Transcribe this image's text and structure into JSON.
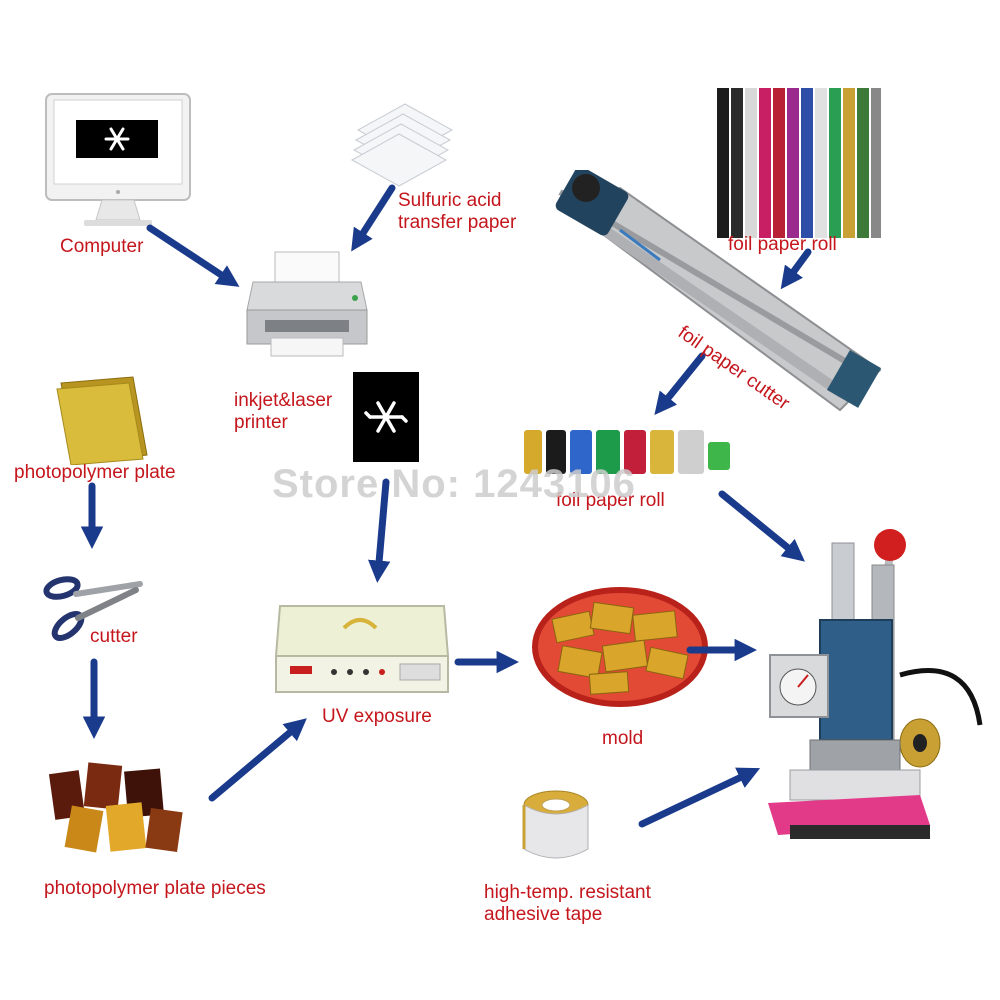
{
  "labels": {
    "computer": "Computer",
    "transfer_paper": "Sulfuric acid\ntransfer paper",
    "printer": "inkjet&laser\nprinter",
    "foil_roll_top": "foil paper roll",
    "foil_cutter": "foil paper cutter",
    "foil_roll_mid": "foil paper roll",
    "photopolymer_plate": "photopolymer plate",
    "cutter": "cutter",
    "uv_exposure": "UV exposure",
    "mold": "mold",
    "plate_pieces": "photopolymer plate pieces",
    "adhesive_tape": "high-temp. resistant\nadhesive tape"
  },
  "watermark": "Store No: 1243106",
  "colors": {
    "label": "#c4161c",
    "arrow": "#1a3a8c"
  }
}
